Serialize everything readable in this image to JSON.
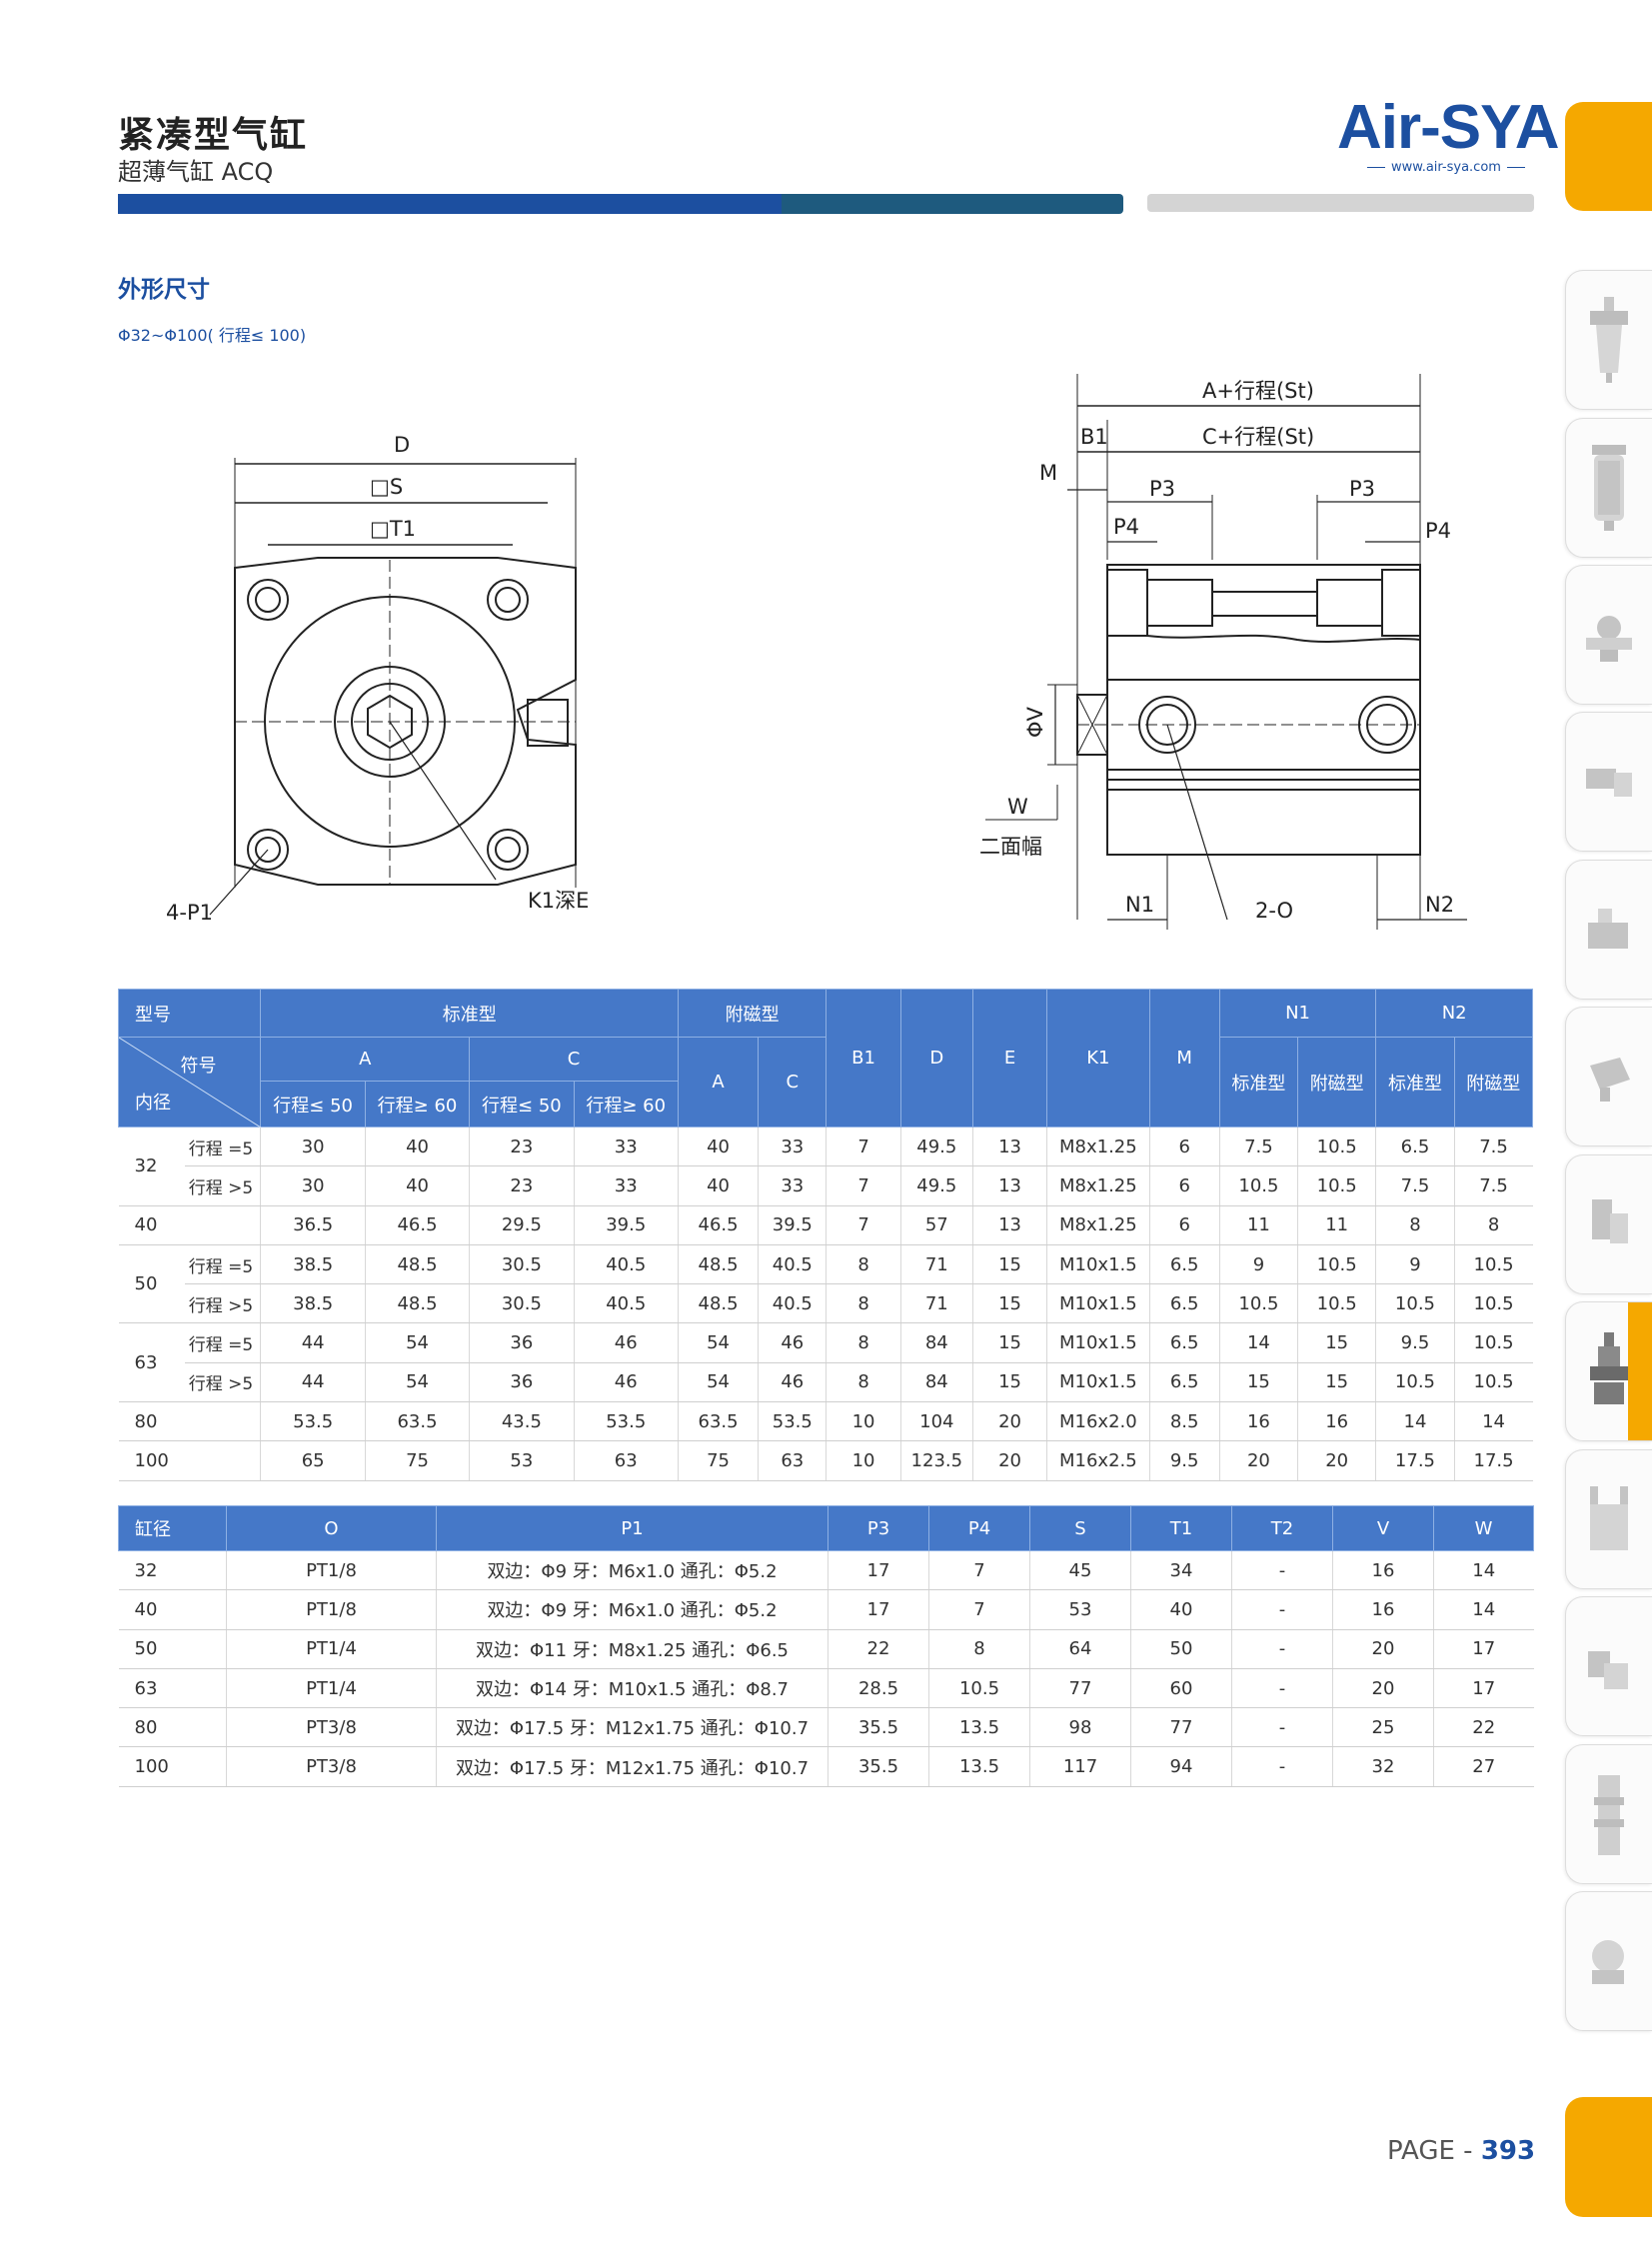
{
  "header": {
    "title": "紧凑型气缸",
    "subtitle": "超薄气缸 ACQ",
    "brand": "Air-SYA",
    "brand_url": "www.air-sya.com"
  },
  "section": {
    "title": "外形尺寸",
    "range": "Φ32~Φ100( 行程≤ 100)"
  },
  "drawing_labels": {
    "D": "D",
    "S": "□S",
    "T1": "□T1",
    "P1": "4-P1",
    "K1": "K1深E",
    "A_stroke": "A+行程(St)",
    "C_stroke": "C+行程(St)",
    "B1": "B1",
    "M": "M",
    "P3a": "P3",
    "P3b": "P3",
    "P4a": "P4",
    "P4b": "P4",
    "V": "ΦV",
    "W": "W",
    "flats": "二面幅",
    "N1": "N1",
    "N2": "N2",
    "O": "2-O"
  },
  "table1": {
    "h_model": "型号",
    "h_std": "标准型",
    "h_mag": "附磁型",
    "h_B1": "B1",
    "h_D": "D",
    "h_E": "E",
    "h_K1": "K1",
    "h_M": "M",
    "h_N1": "N1",
    "h_N2": "N2",
    "h_symbol": "符号",
    "h_bore": "内径",
    "h_A": "A",
    "h_C": "C",
    "h_mA": "A",
    "h_mC": "C",
    "h_le50a": "行程≤ 50",
    "h_ge60a": "行程≥ 60",
    "h_le50c": "行程≤ 50",
    "h_ge60c": "行程≥ 60",
    "h_n1std": "标准型",
    "h_n1mag": "附磁型",
    "h_n2std": "标准型",
    "h_n2mag": "附磁型",
    "rows": [
      {
        "bore": "32",
        "sub": "行程 =5",
        "v": [
          "30",
          "40",
          "23",
          "33",
          "40",
          "33",
          "7",
          "49.5",
          "13",
          "M8x1.25",
          "6",
          "7.5",
          "10.5",
          "6.5",
          "7.5"
        ]
      },
      {
        "bore": "",
        "sub": "行程 >5",
        "v": [
          "30",
          "40",
          "23",
          "33",
          "40",
          "33",
          "7",
          "49.5",
          "13",
          "M8x1.25",
          "6",
          "10.5",
          "10.5",
          "7.5",
          "7.5"
        ]
      },
      {
        "bore": "40",
        "sub": "",
        "v": [
          "36.5",
          "46.5",
          "29.5",
          "39.5",
          "46.5",
          "39.5",
          "7",
          "57",
          "13",
          "M8x1.25",
          "6",
          "11",
          "11",
          "8",
          "8"
        ]
      },
      {
        "bore": "50",
        "sub": "行程 =5",
        "v": [
          "38.5",
          "48.5",
          "30.5",
          "40.5",
          "48.5",
          "40.5",
          "8",
          "71",
          "15",
          "M10x1.5",
          "6.5",
          "9",
          "10.5",
          "9",
          "10.5"
        ]
      },
      {
        "bore": "",
        "sub": "行程 >5",
        "v": [
          "38.5",
          "48.5",
          "30.5",
          "40.5",
          "48.5",
          "40.5",
          "8",
          "71",
          "15",
          "M10x1.5",
          "6.5",
          "10.5",
          "10.5",
          "10.5",
          "10.5"
        ]
      },
      {
        "bore": "63",
        "sub": "行程 =5",
        "v": [
          "44",
          "54",
          "36",
          "46",
          "54",
          "46",
          "8",
          "84",
          "15",
          "M10x1.5",
          "6.5",
          "14",
          "15",
          "9.5",
          "10.5"
        ]
      },
      {
        "bore": "",
        "sub": "行程 >5",
        "v": [
          "44",
          "54",
          "36",
          "46",
          "54",
          "46",
          "8",
          "84",
          "15",
          "M10x1.5",
          "6.5",
          "15",
          "15",
          "10.5",
          "10.5"
        ]
      },
      {
        "bore": "80",
        "sub": "",
        "v": [
          "53.5",
          "63.5",
          "43.5",
          "53.5",
          "63.5",
          "53.5",
          "10",
          "104",
          "20",
          "M16x2.0",
          "8.5",
          "16",
          "16",
          "14",
          "14"
        ]
      },
      {
        "bore": "100",
        "sub": "",
        "v": [
          "65",
          "75",
          "53",
          "63",
          "75",
          "63",
          "10",
          "123.5",
          "20",
          "M16x2.5",
          "9.5",
          "20",
          "20",
          "17.5",
          "17.5"
        ]
      }
    ]
  },
  "table2": {
    "headers": [
      "缸径",
      "O",
      "P1",
      "P3",
      "P4",
      "S",
      "T1",
      "T2",
      "V",
      "W"
    ],
    "rows": [
      [
        "32",
        "PT1/8",
        "双边：Φ9 牙：M6x1.0 通孔：Φ5.2",
        "17",
        "7",
        "45",
        "34",
        "-",
        "16",
        "14"
      ],
      [
        "40",
        "PT1/8",
        "双边：Φ9 牙：M6x1.0 通孔：Φ5.2",
        "17",
        "7",
        "53",
        "40",
        "-",
        "16",
        "14"
      ],
      [
        "50",
        "PT1/4",
        "双边：Φ11 牙：M8x1.25 通孔：Φ6.5",
        "22",
        "8",
        "64",
        "50",
        "-",
        "20",
        "17"
      ],
      [
        "63",
        "PT1/4",
        "双边：Φ14 牙：M10x1.5 通孔：Φ8.7",
        "28.5",
        "10.5",
        "77",
        "60",
        "-",
        "20",
        "17"
      ],
      [
        "80",
        "PT3/8",
        "双边：Φ17.5 牙：M12x1.75 通孔：Φ10.7",
        "35.5",
        "13.5",
        "98",
        "77",
        "-",
        "25",
        "22"
      ],
      [
        "100",
        "PT3/8",
        "双边：Φ17.5 牙：M12x1.75 通孔：Φ10.7",
        "35.5",
        "13.5",
        "117",
        "94",
        "-",
        "32",
        "27"
      ]
    ]
  },
  "footer": {
    "page_label": "PAGE - ",
    "page_number": "393"
  },
  "colors": {
    "brand_blue": "#1c4fa0",
    "header_blue": "#4578c8",
    "accent_orange": "#f5a800",
    "teal": "#1e5a7e"
  }
}
